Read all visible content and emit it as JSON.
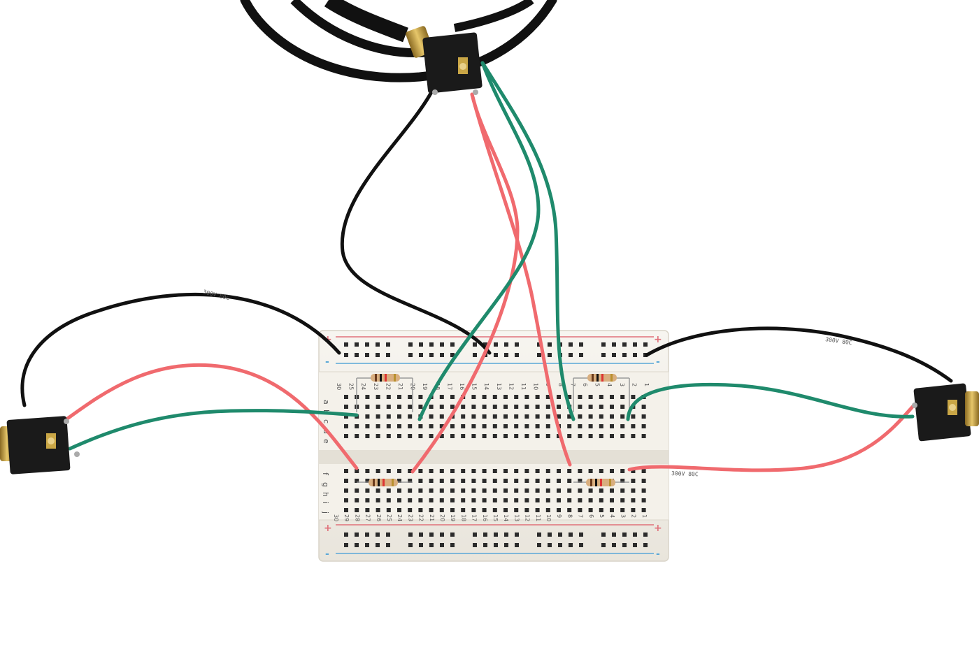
{
  "photo": {
    "subject": "breadboard-circuit",
    "colors": {
      "background": "#ffffff",
      "board": "#f2efe8",
      "hole": "#2b2b2b",
      "rail_red": "#e0707a",
      "rail_blue": "#5aa8d8",
      "wire_red": "#f06a6e",
      "wire_green": "#1f8a6c",
      "wire_black": "#111111",
      "jack_body": "#1a1a1a",
      "brass": "#c9a646"
    }
  },
  "breadboard": {
    "rail_plus": "+",
    "rail_minus": "-",
    "top_letters": [
      "a",
      "b",
      "c",
      "d",
      "e"
    ],
    "bottom_letters": [
      "f",
      "g",
      "h",
      "i",
      "j"
    ],
    "top_numbers": [
      "30",
      "25",
      "24",
      "23",
      "22",
      "21",
      "20",
      "19",
      "18",
      "17",
      "16",
      "15",
      "14",
      "13",
      "12",
      "11",
      "10",
      "9",
      "8",
      "7",
      "6",
      "5",
      "4",
      "3",
      "2",
      "1"
    ],
    "bottom_numbers": [
      "30",
      "29",
      "28",
      "27",
      "26",
      "25",
      "24",
      "23",
      "22",
      "21",
      "20",
      "19",
      "18",
      "17",
      "16",
      "15",
      "14",
      "13",
      "12",
      "11",
      "10",
      "9",
      "8",
      "7",
      "6",
      "5",
      "4",
      "3",
      "2",
      "1"
    ]
  },
  "cable_print": {
    "top_left": "300V 80C",
    "top_right": "300V 80C",
    "bottom_right": "300V 80C"
  }
}
